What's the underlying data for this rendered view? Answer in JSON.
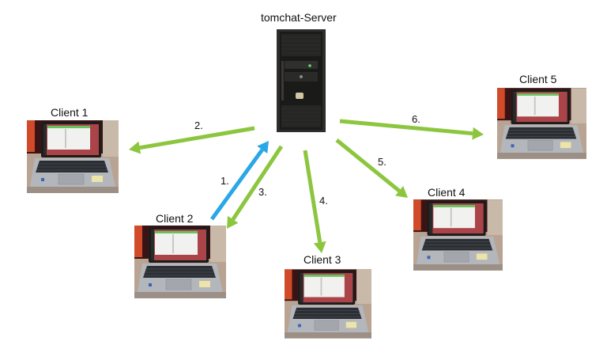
{
  "server": {
    "label": "tomchat-Server"
  },
  "clients": [
    {
      "label": "Client 1"
    },
    {
      "label": "Client 2"
    },
    {
      "label": "Client 3"
    },
    {
      "label": "Client 4"
    },
    {
      "label": "Client 5"
    }
  ],
  "steps": [
    {
      "label": "1.",
      "color": "#2aa7e6"
    },
    {
      "label": "2.",
      "color": "#8cc63f"
    },
    {
      "label": "3.",
      "color": "#8cc63f"
    },
    {
      "label": "4.",
      "color": "#8cc63f"
    },
    {
      "label": "5.",
      "color": "#8cc63f"
    },
    {
      "label": "6.",
      "color": "#8cc63f"
    }
  ]
}
